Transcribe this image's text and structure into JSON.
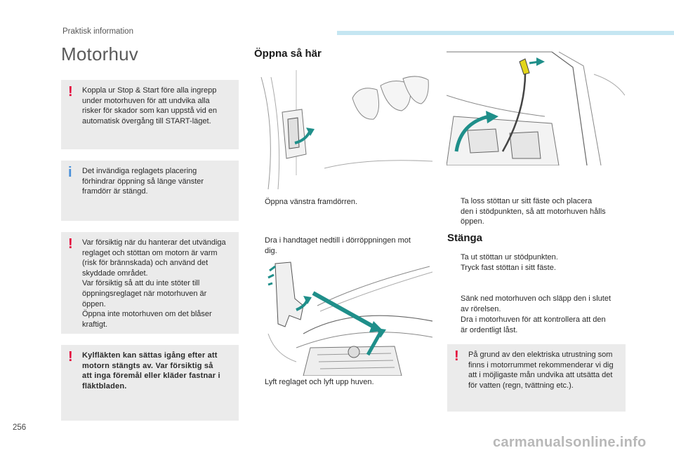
{
  "header": {
    "section": "Praktisk information"
  },
  "title": "Motorhuv",
  "notes": [
    {
      "type": "warning",
      "text": "Koppla ur Stop & Start före alla ingrepp\nunder motorhuven för att undvika alla\nrisker för skador som kan uppstå vid en\nautomatisk övergång till START-läget."
    },
    {
      "type": "info",
      "text": "Det invändiga reglagets placering\nförhindrar öppning så länge vänster\nframdörr är stängd."
    },
    {
      "type": "warning",
      "text": "Var försiktig när du hanterar det utvändiga\nreglaget och stöttan om motorn är varm\n(risk för brännskada) och använd det\nskyddade området.\nVar försiktig så att du inte stöter till\nöppningsreglaget när motorhuven är öppen.\nÖppna inte motorhuven om det blåser\nkraftigt."
    },
    {
      "type": "warning",
      "text": "Kylfläkten kan sättas igång efter att\nmotorn stängts av. Var försiktig så\natt inga föremål eller kläder fastnar i\nfläktbladen."
    }
  ],
  "open": {
    "heading": "Öppna så här",
    "steps": [
      "Öppna vänstra framdörren.",
      "Dra i handtaget nedtill i dörröppningen mot\ndig.",
      "Lyft reglaget och lyft upp huven."
    ],
    "prop_step": "Ta loss stöttan ur sitt fäste och placera\nden i stödpunkten, så att motorhuven hålls\nöppen."
  },
  "close": {
    "heading": "Stänga",
    "steps": [
      "Ta ut stöttan ur stödpunkten.",
      "Tryck fast stöttan i sitt fäste.",
      "Sänk ned motorhuven och släpp den i slutet\nav rörelsen.",
      "Dra i motorhuven för att kontrollera att den\när ordentligt låst."
    ],
    "note": "På grund av den elektriska utrustning som\nfinns i motorrummet rekommenderar vi dig\natt i möjligaste mån undvika att utsätta det\nför vatten (regn, tvättning etc.)."
  },
  "bullet_glyph": "",
  "page_number": "256",
  "watermark": "carmanualsonline.info",
  "colors": {
    "warning": "#e4003a",
    "info": "#4a90d9",
    "arrow": "#1f8f8a",
    "note_bg": "#ebebeb",
    "header_bar": "#c5e6f2"
  }
}
